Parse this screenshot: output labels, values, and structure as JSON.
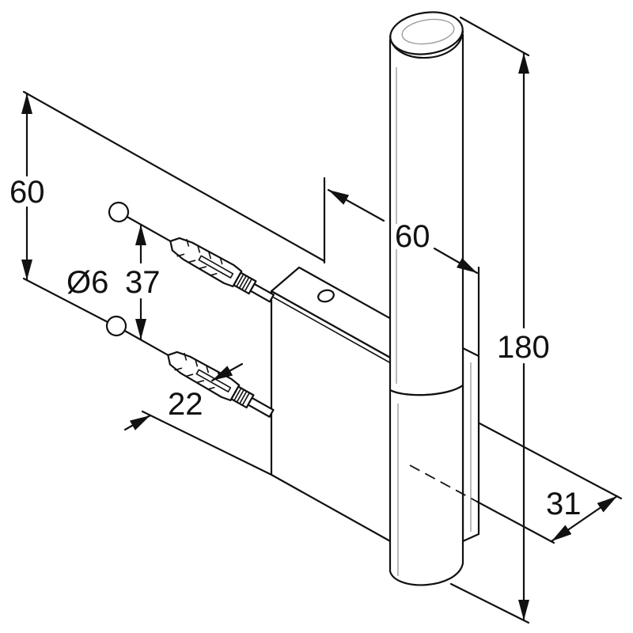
{
  "dimensions": {
    "plate_height": "60",
    "hole_diameter": "Ø6",
    "screw_spacing": "37",
    "screw_offset": "22",
    "plate_width": "60",
    "total_height": "180",
    "barrel_width": "31"
  },
  "colors": {
    "line": "#111111",
    "background": "#ffffff",
    "shading": "#9c9c9c"
  }
}
